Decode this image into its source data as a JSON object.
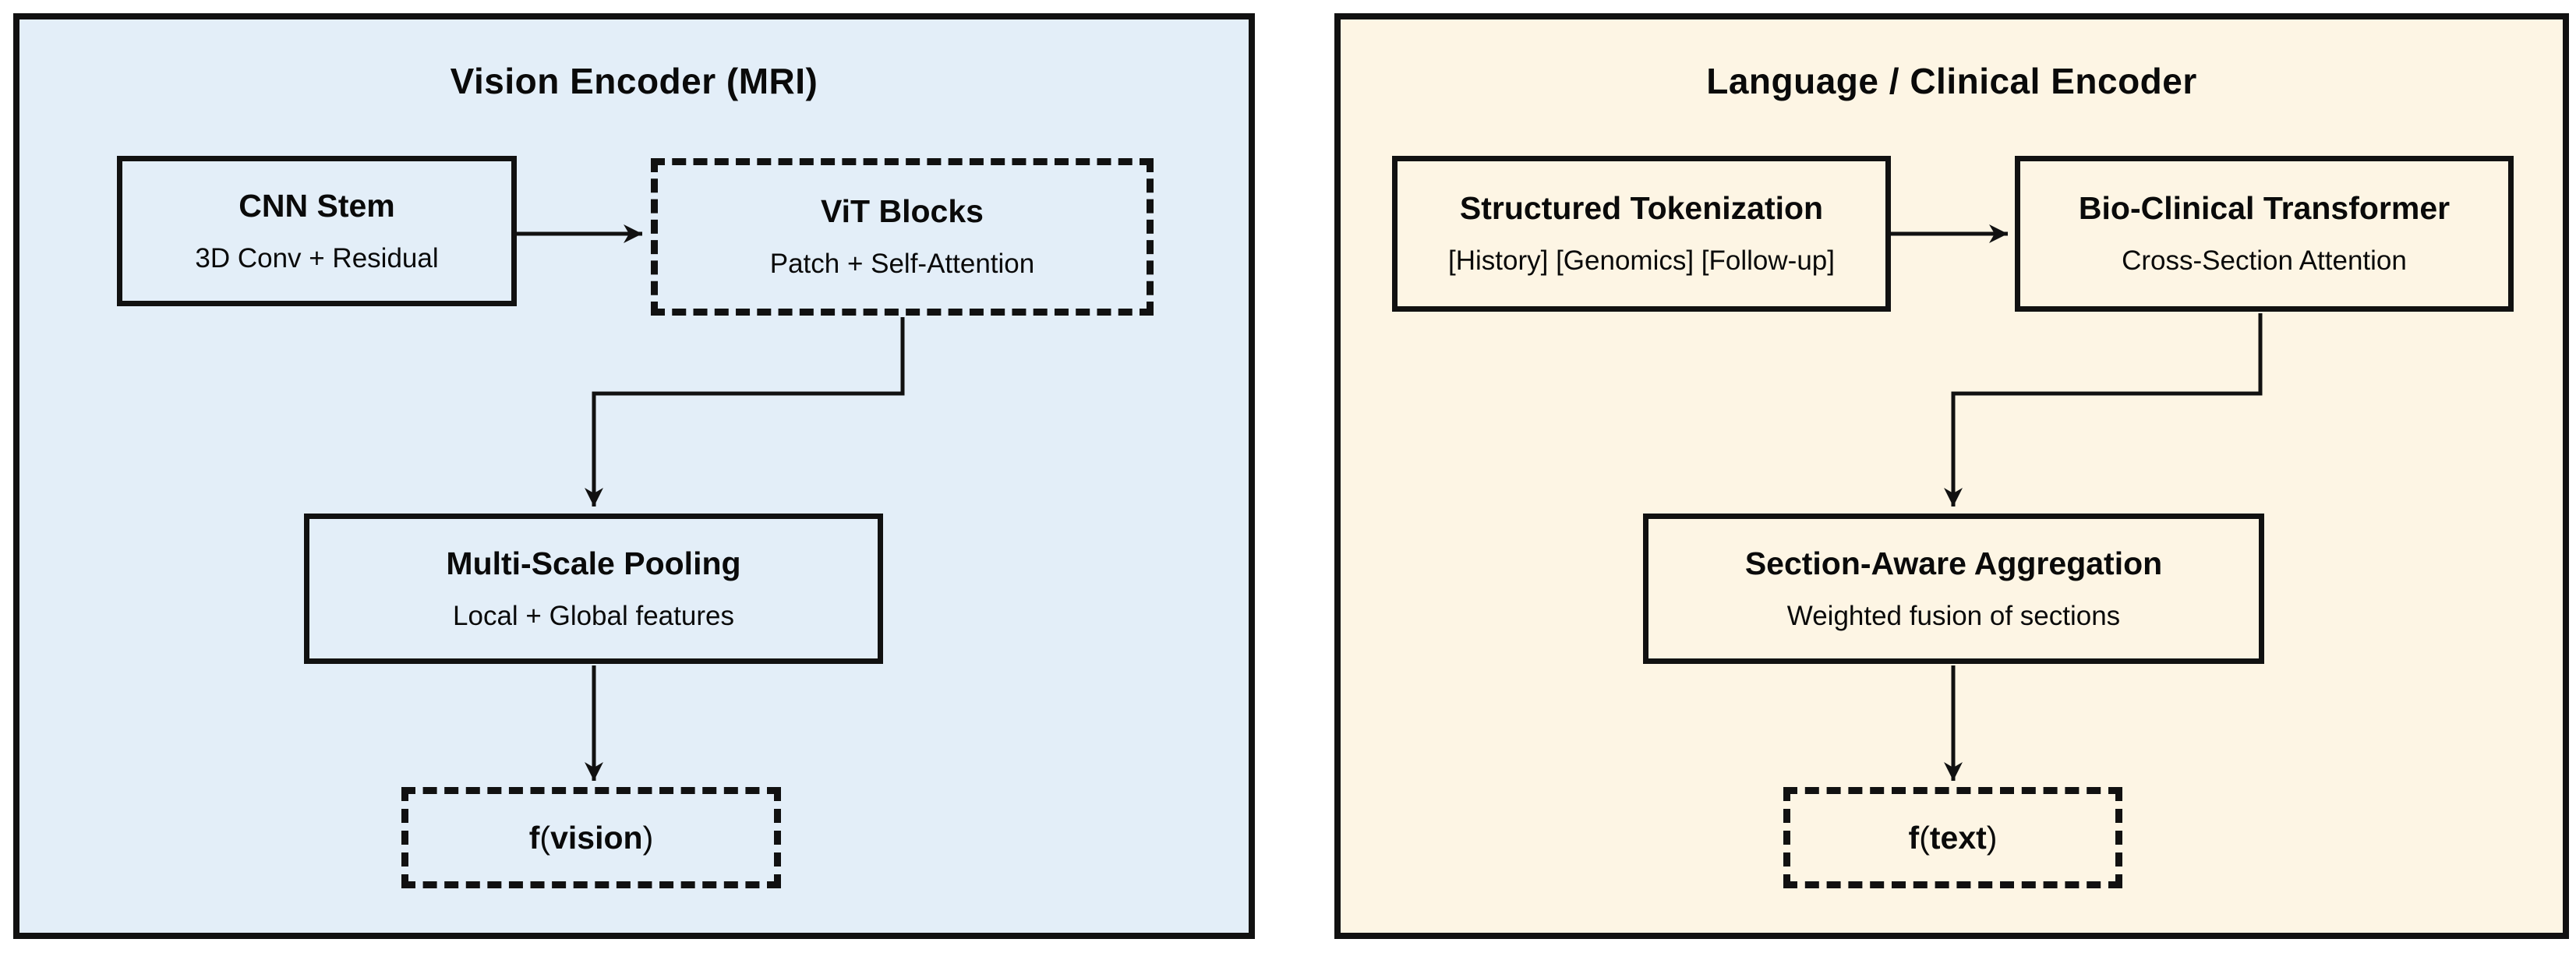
{
  "diagram": {
    "colors": {
      "canvas_bg": "#ffffff",
      "vision_panel_bg": "#e3eef8",
      "language_panel_bg": "#fdf5e4",
      "line": "#111111",
      "text": "#0a0a0a"
    },
    "panels": [
      {
        "id": "vision-encoder",
        "title": "Vision Encoder (MRI)",
        "bg_color": "#e3eef8",
        "nodes": [
          {
            "id": "cnn-stem",
            "title": "CNN Stem",
            "subtitle": "3D Conv + Residual",
            "border_style": "solid"
          },
          {
            "id": "vit-blocks",
            "title": "ViT Blocks",
            "subtitle": "Patch + Self-Attention",
            "border_style": "dashed"
          },
          {
            "id": "multi-scale-pooling",
            "title": "Multi-Scale Pooling",
            "subtitle": "Local + Global features",
            "border_style": "solid"
          },
          {
            "id": "f-vision",
            "fn": "f",
            "open_paren": "(",
            "arg": "vision",
            "close_paren": ")",
            "border_style": "dashed"
          }
        ],
        "edges": [
          {
            "from": "cnn-stem",
            "to": "vit-blocks"
          },
          {
            "from": "vit-blocks",
            "to": "multi-scale-pooling"
          },
          {
            "from": "multi-scale-pooling",
            "to": "f-vision"
          }
        ]
      },
      {
        "id": "language-clinical-encoder",
        "title": "Language / Clinical Encoder",
        "bg_color": "#fdf5e4",
        "nodes": [
          {
            "id": "structured-tokenization",
            "title": "Structured Tokenization",
            "subtitle": "[History] [Genomics] [Follow-up]",
            "border_style": "solid"
          },
          {
            "id": "bio-clinical-transformer",
            "title": "Bio-Clinical Transformer",
            "subtitle": "Cross-Section Attention",
            "border_style": "solid"
          },
          {
            "id": "section-aware-aggregation",
            "title": "Section-Aware Aggregation",
            "subtitle": "Weighted fusion of sections",
            "border_style": "solid"
          },
          {
            "id": "f-text",
            "fn": "f",
            "open_paren": "(",
            "arg": "text",
            "close_paren": ")",
            "border_style": "dashed"
          }
        ],
        "edges": [
          {
            "from": "structured-tokenization",
            "to": "bio-clinical-transformer"
          },
          {
            "from": "bio-clinical-transformer",
            "to": "section-aware-aggregation"
          },
          {
            "from": "section-aware-aggregation",
            "to": "f-text"
          }
        ]
      }
    ]
  }
}
